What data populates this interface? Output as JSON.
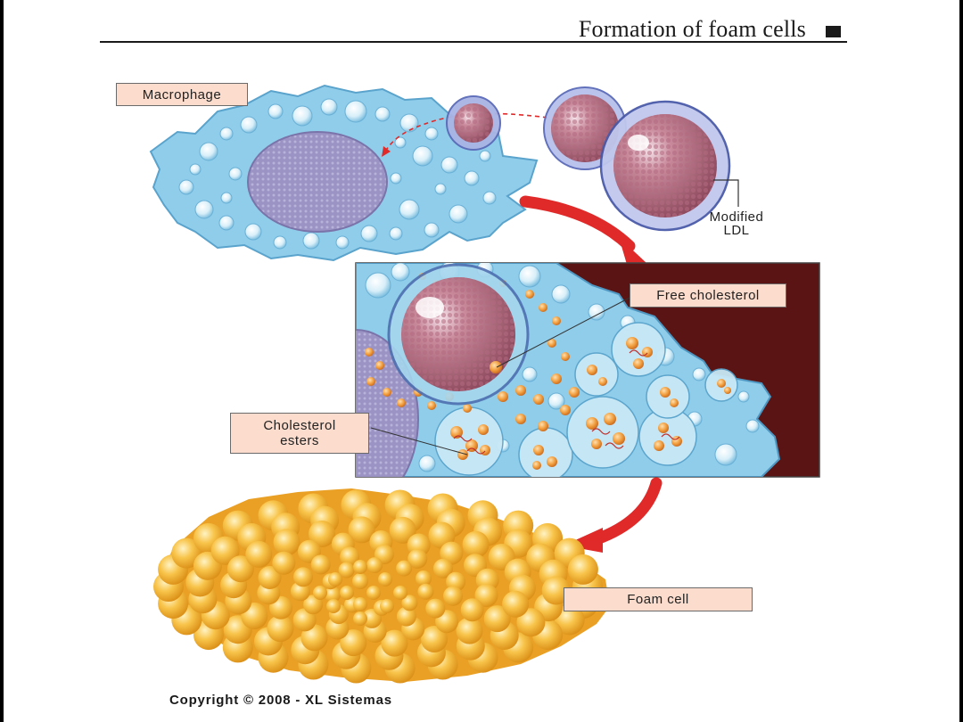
{
  "title": "Formation of foam cells",
  "labels": {
    "macrophage": "Macrophage",
    "modified_ldl_line1": "Modified",
    "modified_ldl_line2": "LDL",
    "free_cholesterol": "Free cholesterol",
    "cholesterol_esters_line1": "Cholesterol",
    "cholesterol_esters_line2": "esters",
    "foam_cell": "Foam cell"
  },
  "copyright": "Copyright © 2008 - XL Sistemas",
  "colors": {
    "macrophage": "#8fcdea",
    "nucleus": "#9a93c4",
    "ldl": "#b96a80",
    "arrow": "#e02a2a",
    "foam": "#f5b83a",
    "label_fill": "#fbdccd",
    "dark_background": "#5a1414"
  }
}
